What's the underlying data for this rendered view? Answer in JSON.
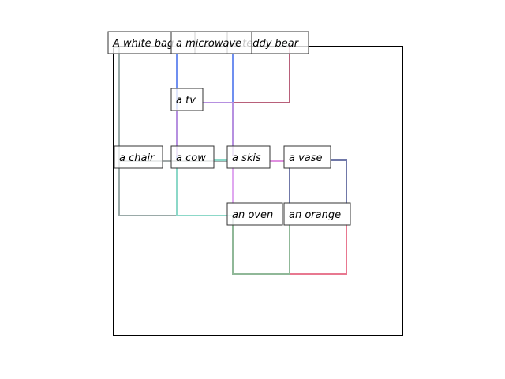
{
  "nodes": [
    {
      "id": "n1",
      "label": "A white bag"
    },
    {
      "id": "n2",
      "label": "a microwave"
    },
    {
      "id": "n3",
      "label": "a teddy bear"
    },
    {
      "id": "n4",
      "label": "a tv"
    },
    {
      "id": "n5",
      "label": "a chair"
    },
    {
      "id": "n6",
      "label": "a cow"
    },
    {
      "id": "n7",
      "label": "a skis"
    },
    {
      "id": "n8",
      "label": "a vase"
    },
    {
      "id": "n9",
      "label": "an oven"
    },
    {
      "id": "n10",
      "label": "an orange"
    }
  ],
  "edges": [
    {
      "from": "n1",
      "to": "n9",
      "color": "#444444"
    },
    {
      "from": "n2",
      "to": "n6",
      "color": "#6f8ff0"
    },
    {
      "from": "n3",
      "to": "n7",
      "color": "#6f8ff0"
    },
    {
      "from": "n3",
      "to": "n10",
      "color": "#d06080"
    },
    {
      "from": "n4",
      "to": "n3",
      "color": "#b060b0"
    },
    {
      "from": "n5",
      "to": "n7",
      "color": "#a0a0a0"
    },
    {
      "from": "n6",
      "to": "n9",
      "color": "#80d8c8"
    },
    {
      "from": "n7",
      "to": "n8",
      "color": "#e080e0"
    },
    {
      "from": "n8",
      "to": "n10",
      "color": "#6070a8"
    },
    {
      "from": "n9",
      "to": "n10",
      "color": "#90b898"
    }
  ]
}
